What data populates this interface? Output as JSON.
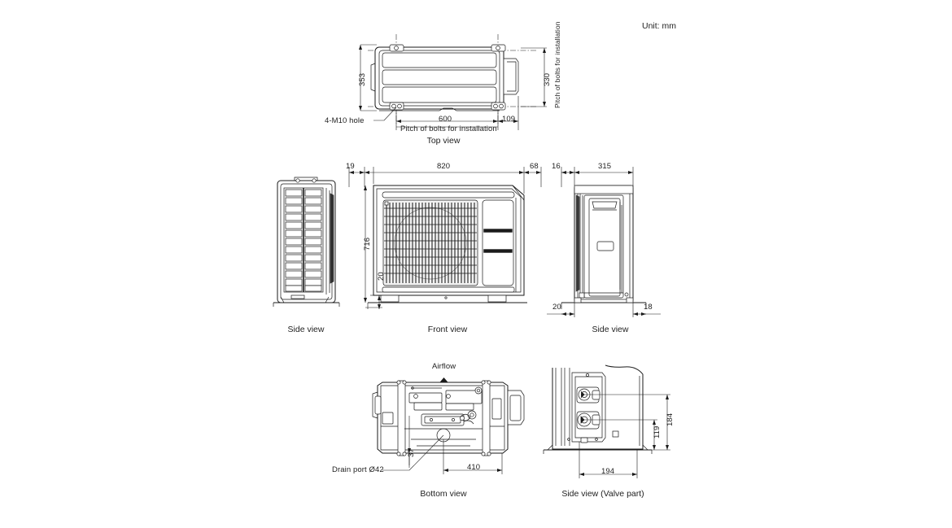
{
  "page": {
    "unit_note": "Unit: mm",
    "background": "#ffffff",
    "line_color": "#1a1a1a"
  },
  "views": {
    "top": {
      "label": "Top view",
      "dimensions": {
        "height_overall": "353",
        "bolt_pitch_depth": "330",
        "bolt_pitch_width": "600",
        "right_offset": "109"
      },
      "notes": {
        "hole": "4-M10 hole",
        "pitch_horizontal": "Pitch of bolts for installation",
        "pitch_vertical": "Pitch of bolts for installation"
      }
    },
    "side_left": {
      "label": "Side view"
    },
    "front": {
      "label": "Front view",
      "dimensions": {
        "left_margin": "19",
        "width": "820",
        "right_margin": "68",
        "height": "716",
        "foot_height": "20"
      }
    },
    "side_right": {
      "label": "Side view",
      "dimensions": {
        "front_offset": "16",
        "depth": "315",
        "foot_front": "20",
        "foot_rear": "18"
      }
    },
    "bottom": {
      "label": "Bottom view",
      "dimensions": {
        "drain_offset": "37",
        "bolt_span": "410"
      },
      "notes": {
        "airflow": "Airflow",
        "drain_port": "Drain port Ø42"
      }
    },
    "side_valve": {
      "label": "Side view (Valve part)",
      "dimensions": {
        "upper_valve_height": "184",
        "lower_valve_height": "119",
        "valve_offset": "194"
      }
    }
  }
}
